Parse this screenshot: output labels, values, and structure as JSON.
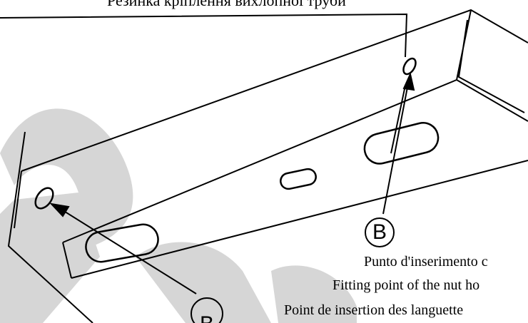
{
  "diagram": {
    "top_caption": "Резинка кріплення вихлопної труби",
    "callout_right": "B",
    "callout_bottom": "B",
    "captions": [
      "Punto d'inserimento c",
      "Fitting point of the nut ho",
      "Point de insertion des languette"
    ],
    "colors": {
      "line": "#000000",
      "watermark": "#d6d6d6",
      "background": "#ffffff"
    }
  }
}
